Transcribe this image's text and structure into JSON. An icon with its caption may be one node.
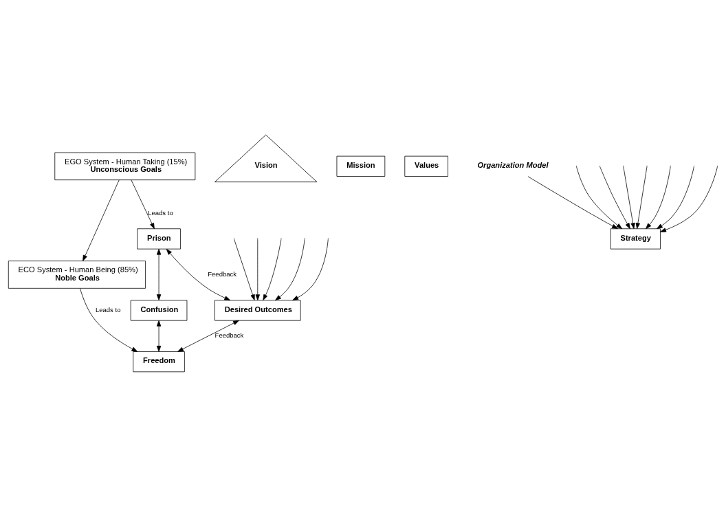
{
  "diagram": {
    "nodes": [
      {
        "text": [
          "EGO System - Human Taking (15%)",
          "Unconscious Goals"
        ]
      },
      {
        "text": [
          "ECO System - Human Being (85%)",
          "Noble Goals"
        ]
      },
      {
        "text": [
          "Vision"
        ]
      },
      {
        "text": [
          "Mission"
        ]
      },
      {
        "text": [
          "Values"
        ]
      },
      {
        "text": [
          "Organization Model"
        ]
      },
      {
        "text": [
          "Strategy"
        ]
      },
      {
        "text": [
          "Desired Outcomes"
        ]
      },
      {
        "text": [
          "Prison"
        ]
      },
      {
        "text": [
          "Freedom"
        ]
      },
      {
        "text": [
          "Confusion"
        ]
      }
    ],
    "edges": [
      {
        "from": 0,
        "to": 1,
        "arrow": "to"
      },
      {
        "from": 0,
        "to": 8,
        "arrow": "to",
        "label": "Leads to"
      },
      {
        "from": 1,
        "to": 9,
        "arrow": "to",
        "label": "Leads to"
      },
      {
        "from": 5,
        "to": 6,
        "arrow": "to"
      },
      {
        "from": null,
        "to": 6,
        "arrow": "to"
      },
      {
        "from": null,
        "to": 6,
        "arrow": "to"
      },
      {
        "from": null,
        "to": 6,
        "arrow": "to"
      },
      {
        "from": null,
        "to": 6,
        "arrow": "to"
      },
      {
        "from": null,
        "to": 6,
        "arrow": "to"
      },
      {
        "from": null,
        "to": 6,
        "arrow": "to"
      },
      {
        "from": null,
        "to": 6,
        "arrow": "to"
      },
      {
        "from": null,
        "to": 7,
        "arrow": "to"
      },
      {
        "from": null,
        "to": 7,
        "arrow": "to"
      },
      {
        "from": null,
        "to": 7,
        "arrow": "to"
      },
      {
        "from": null,
        "to": 7,
        "arrow": "to"
      },
      {
        "from": null,
        "to": 7,
        "arrow": "to"
      },
      {
        "from": 8,
        "to": 7,
        "arrow": "both",
        "label": "Feedback"
      },
      {
        "from": 7,
        "to": 9,
        "arrow": "both",
        "label": "Feedback"
      },
      {
        "from": 8,
        "to": 10,
        "arrow": "both"
      },
      {
        "from": 10,
        "to": 9,
        "arrow": "both"
      }
    ]
  }
}
